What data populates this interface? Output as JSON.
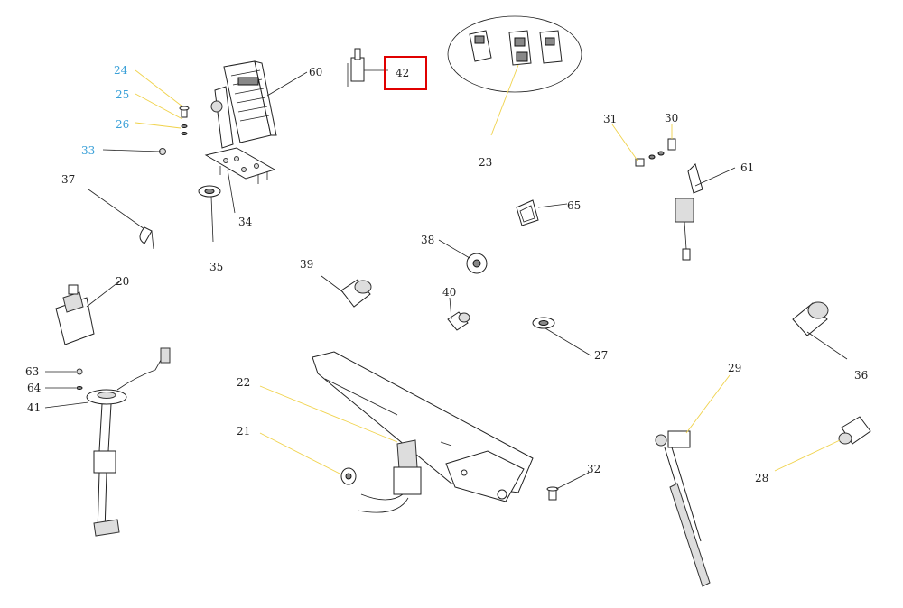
{
  "labels": {
    "l20": "20",
    "l21": "21",
    "l22": "22",
    "l23": "23",
    "l24": "24",
    "l25": "25",
    "l26": "26",
    "l27": "27",
    "l28": "28",
    "l29": "29",
    "l30": "30",
    "l31": "31",
    "l32": "32",
    "l33": "33",
    "l34": "34",
    "l35": "35",
    "l36": "36",
    "l37": "37",
    "l38": "38",
    "l39": "39",
    "l40": "40",
    "l41": "41",
    "l42": "42",
    "l60": "60",
    "l61": "61",
    "l63": "63",
    "l64": "64",
    "l65": "65"
  },
  "colors": {
    "highlight": "#e00000",
    "blue_label": "#3aa0d8",
    "yellow_leader": "#f0d24a"
  },
  "highlighted_label": "42"
}
